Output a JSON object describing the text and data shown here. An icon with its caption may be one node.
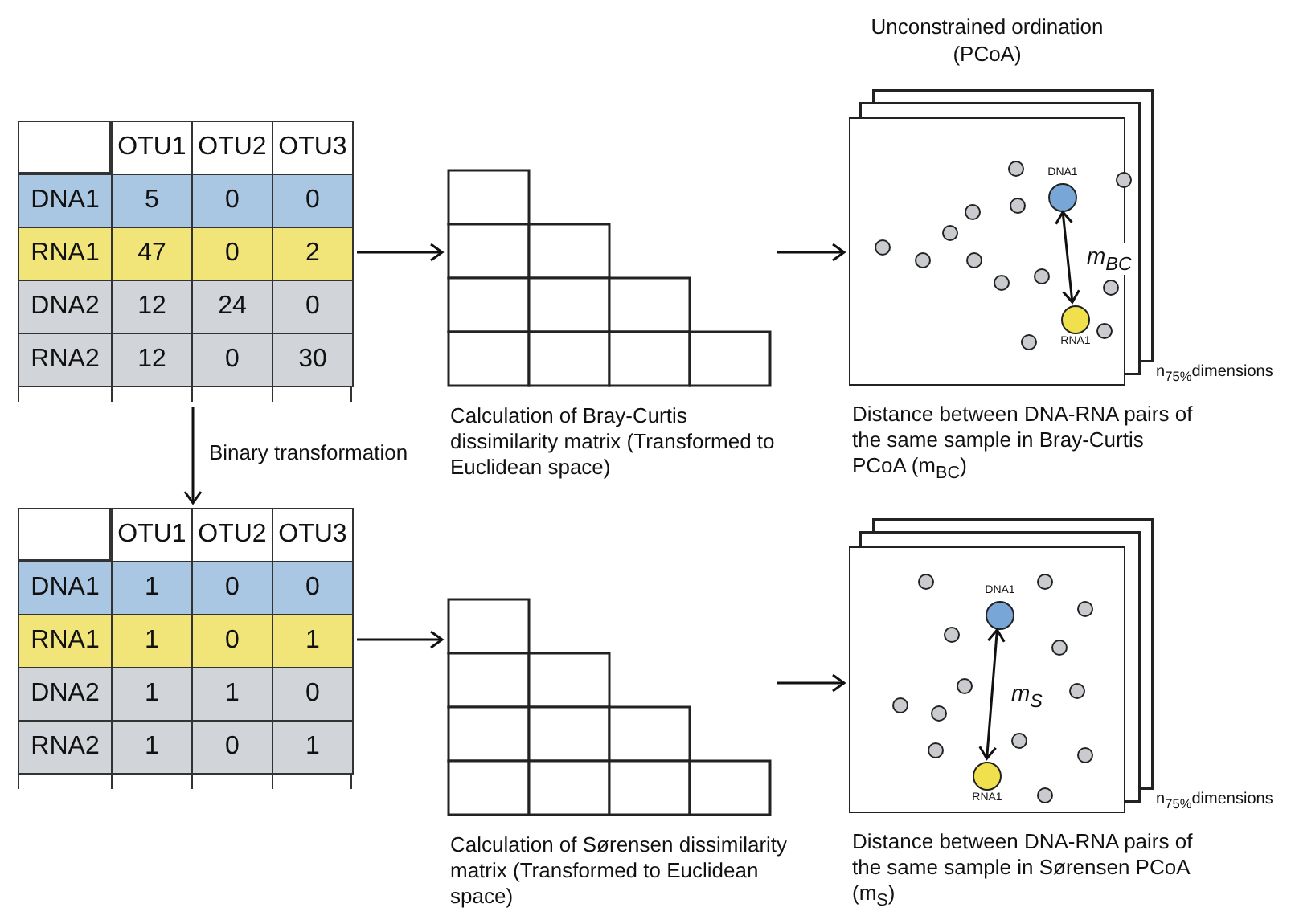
{
  "diagram": {
    "nodes": [
      {
        "text": [
          "OTU1",
          "OTU2",
          "OTU3",
          "DNA1",
          "5",
          "0",
          "0",
          "RNA1",
          "47",
          "0",
          "2",
          "DNA2",
          "12",
          "24",
          "0",
          "RNA2",
          "12",
          "0",
          "30"
        ]
      },
      {
        "text": [],
        "shape": "grid",
        "beside": [
          "Calculation of Bray-Curtis dissimilarity matrix (Transformed to Euclidean space)"
        ]
      },
      {
        "text": [],
        "shape": "box",
        "beside": [
          "n$_{75%}$dimensions",
          "Distance between DNA-RNA pairs of the same sample in Bray-Curtis PCoA (m$_{BC}$)"
        ]
      },
      {
        "text": [
          "DNA1"
        ],
        "in": 2
      },
      {
        "text": [
          "RNA1"
        ],
        "in": 2
      },
      {
        "text": [
          "OTU1",
          "OTU2",
          "OTU3",
          "DNA1",
          "1",
          "0",
          "0",
          "RNA1",
          "1",
          "0",
          "1",
          "DNA2",
          "1",
          "1",
          "0",
          "RNA2",
          "1",
          "0",
          "1"
        ]
      },
      {
        "text": [],
        "shape": "grid",
        "beside": [
          "Calculation of Sørensen dissimilarity matrix (Transformed to Euclidean space)"
        ]
      },
      {
        "text": [],
        "shape": "box",
        "beside": [
          "n$_{75%}$dimensions",
          "Distance between DNA-RNA pairs of the same sample in Sørensen PCoA (m$_{S}$)"
        ]
      },
      {
        "text": [
          "DNA1"
        ],
        "in": 7
      },
      {
        "text": [
          "RNA1"
        ],
        "in": 7
      }
    ],
    "edges": [
      {
        "from": 0,
        "to": 1,
        "arrow": "to"
      },
      {
        "from": 1,
        "to": 2,
        "arrow": "to"
      },
      {
        "from": 3,
        "to": 4,
        "arrow": "both",
        "label": "m$_{BC}$"
      },
      {
        "from": 0,
        "to": 5,
        "arrow": "to",
        "label": "Binary transformation"
      },
      {
        "from": 5,
        "to": 6,
        "arrow": "to"
      },
      {
        "from": 6,
        "to": 7,
        "arrow": "to"
      },
      {
        "from": 8,
        "to": 9,
        "arrow": "both",
        "label": "m$_{S}$"
      }
    ],
    "labels": [
      "Unconstrained ordination (PCoA)"
    ]
  }
}
